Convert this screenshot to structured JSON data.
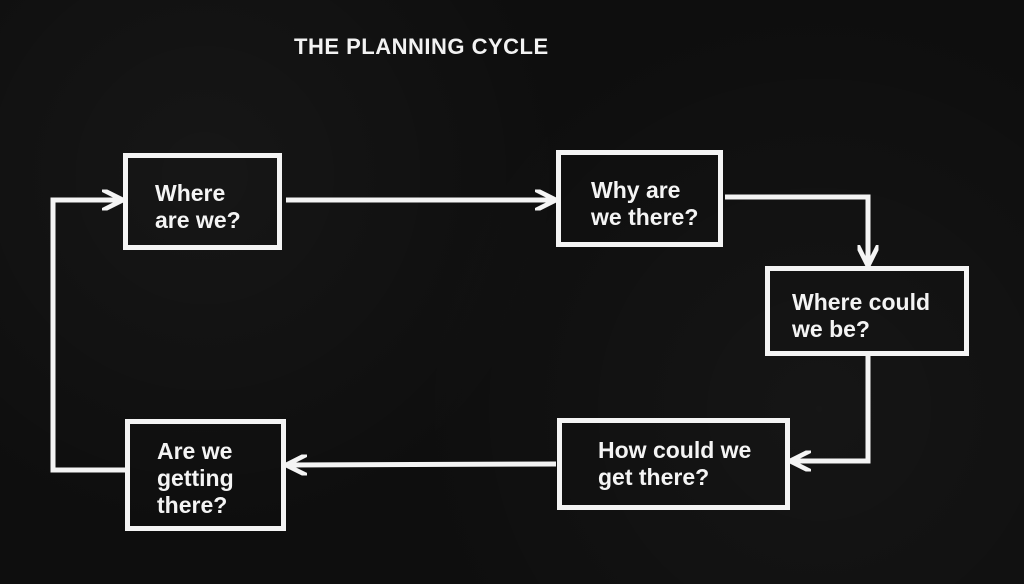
{
  "title": "THE PLANNING CYCLE",
  "nodes": {
    "where_are_we": [
      "Where",
      "are we?"
    ],
    "why_are_we_there": [
      "Why are",
      "we there?"
    ],
    "where_could_we_be": [
      "Where could",
      "we be?"
    ],
    "how_could_we_get_there": [
      "How could we",
      "get there?"
    ],
    "are_we_getting_there": [
      "Are we",
      "getting",
      "there?"
    ]
  },
  "edges": [
    {
      "from": "where_are_we",
      "to": "why_are_we_there"
    },
    {
      "from": "why_are_we_there",
      "to": "where_could_we_be"
    },
    {
      "from": "where_could_we_be",
      "to": "how_could_we_get_there"
    },
    {
      "from": "how_could_we_get_there",
      "to": "are_we_getting_there"
    },
    {
      "from": "are_we_getting_there",
      "to": "where_are_we"
    }
  ],
  "colors": {
    "background": "#0e0e0e",
    "foreground": "#f4f4f4"
  }
}
